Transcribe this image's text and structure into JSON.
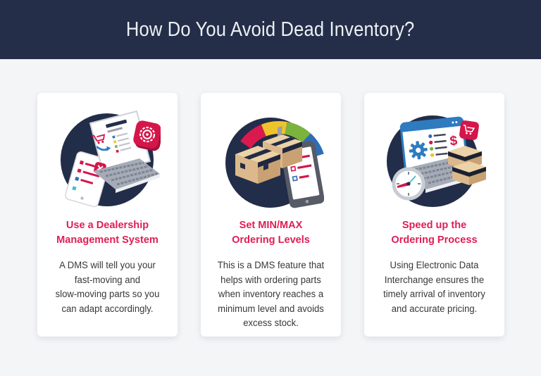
{
  "header": {
    "title": "How Do You Avoid Dead Inventory?",
    "bg_color": "#242e48",
    "text_color": "#edf0f4"
  },
  "page": {
    "bg_color": "#f4f5f7",
    "card_bg_color": "#ffffff",
    "accent_color": "#e01e55",
    "body_text_color": "#37373b"
  },
  "cards": [
    {
      "id": "dealership-management-system",
      "illustration": "laptop-dms-illustration",
      "illustration_icons": [
        "laptop-icon",
        "tablet-checklist-icon",
        "target-badge-icon",
        "cart-icon",
        "x-badge-icon",
        "arrow-icon"
      ],
      "title": "Use a Dealership\nManagement System",
      "body": "A DMS will tell you your\nfast-moving and\nslow-moving parts so you\ncan adapt accordingly."
    },
    {
      "id": "min-max-ordering-levels",
      "illustration": "boxes-gauge-illustration",
      "illustration_icons": [
        "gauge-arc-icon",
        "needle-icon",
        "cardboard-boxes-icon",
        "tablet-checklist-icon"
      ],
      "title": "Set MIN/MAX\nOrdering Levels",
      "body": "This is a DMS feature that\nhelps with ordering parts\nwhen inventory reaches a\nminimum level and avoids\nexcess stock."
    },
    {
      "id": "speed-up-ordering-process",
      "illustration": "laptop-edi-illustration",
      "illustration_icons": [
        "browser-window-icon",
        "gear-icon",
        "dollar-icon",
        "cart-badge-icon",
        "cardboard-boxes-icon",
        "clock-icon"
      ],
      "title": "Speed up the\nOrdering Process",
      "body": "Using Electronic Data\nInterchange ensures the\ntimely arrival of inventory\nand accurate pricing."
    }
  ],
  "illustration_colors": {
    "circle_navy": "#222d49",
    "badge_crimson": "#d5164a",
    "badge_crimson_dark": "#a60f3a",
    "blue": "#2e7bc0",
    "yellow": "#efc32a",
    "green": "#7ab33e",
    "box_tan_top": "#ecd2a7",
    "box_tan_left": "#dcb98c",
    "box_tan_right": "#c9a173",
    "laptop_gray": "#a6acb7",
    "teal": "#3bbfc9"
  }
}
